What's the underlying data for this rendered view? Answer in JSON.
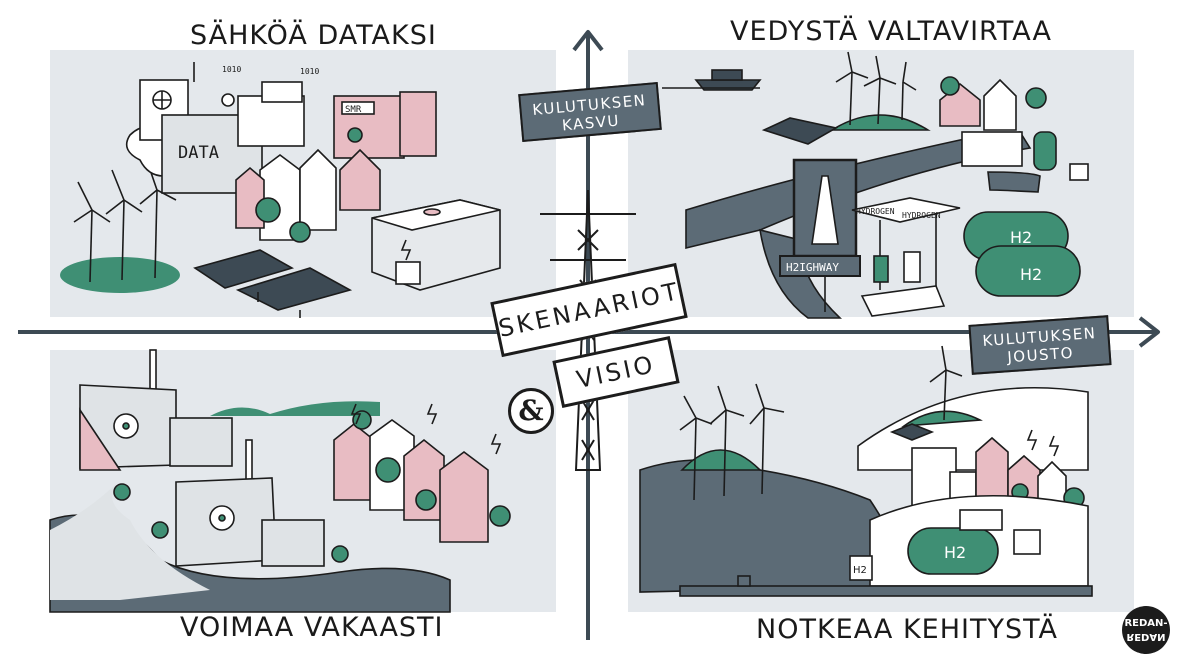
{
  "quadrants": {
    "top_left": {
      "title": "SÄHKÖÄ DATAKSI"
    },
    "top_right": {
      "title": "VEDYSTÄ VALTAVIRTAA"
    },
    "bottom_left": {
      "title": "VOIMAA VAKAASTI"
    },
    "bottom_right": {
      "title": "NOTKEAA KEHITYSTÄ"
    }
  },
  "axes": {
    "vertical_label_line1": "KULUTUKSEN",
    "vertical_label_line2": "KASVU",
    "horizontal_label_line1": "KULUTUKSEN",
    "horizontal_label_line2": "JOUSTO"
  },
  "center": {
    "sign_top": "SKENAARIOT",
    "ampersand": "&",
    "sign_bottom": "VISIO"
  },
  "illustration_text": {
    "data_building": "DATA",
    "smr": "SMR",
    "binary": "1010",
    "highway_sign": "H2IGHWAY",
    "hydrogen_sign_1": "HYDROGEN",
    "hydrogen_sign_2": "HYDROGEN",
    "h2": "H2"
  },
  "logo": {
    "line1": "REDAN-",
    "line2": "REDAN"
  },
  "colors": {
    "panel": "#e4e8ec",
    "slate": "#5c6b76",
    "green": "#3f8f74",
    "pink": "#e8bcc3",
    "ink": "#1c1c1c"
  }
}
